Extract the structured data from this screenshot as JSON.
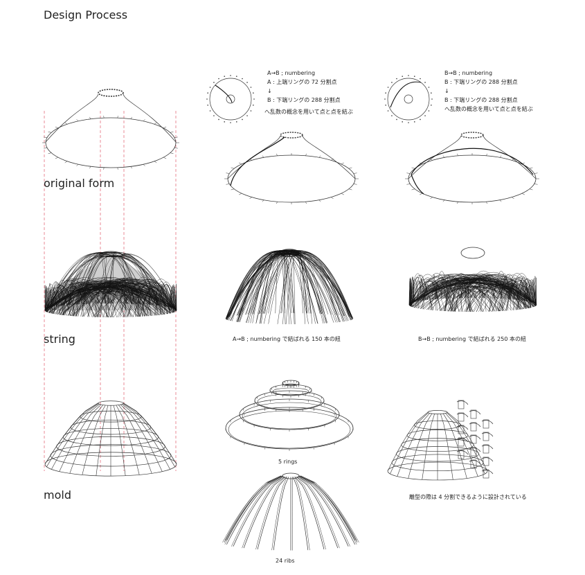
{
  "title": "Design Process",
  "labels": {
    "original_form": "original form",
    "string": "string",
    "mold": "mold"
  },
  "notes": {
    "middle": [
      "A→B ; numbering",
      "A : 上端リングの 72 分割点",
      "↓",
      "B : 下端リングの 288 分割点",
      "へ乱数の概念を用いて点と点を結ぶ"
    ],
    "right": [
      "B→B ; numbering",
      "B : 下端リングの 288 分割点",
      "↓",
      "B : 下端リングの 288 分割点",
      "へ乱数の概念を用いて点と点を結ぶ"
    ]
  },
  "captions": {
    "middle_string": "A→B ; numbering で結ばれる 150 本の紐",
    "right_string": "B→B ; numbering で結ばれる 250 本の紐",
    "rings": "5 rings",
    "split": "離型の際は 4 分割できるように設計されている",
    "ribs": "24 ribs"
  },
  "colors": {
    "line": "#333333",
    "guide": "#e05a6a",
    "dense": "#111111"
  }
}
